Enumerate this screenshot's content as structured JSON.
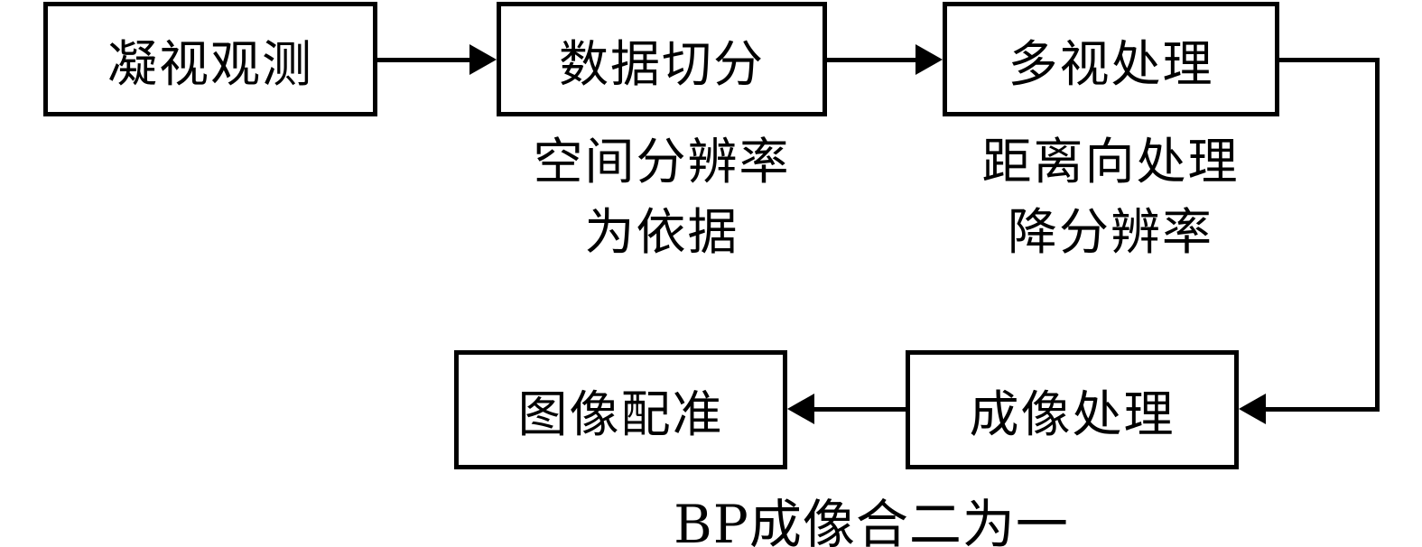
{
  "diagram": {
    "background_color": "#ffffff",
    "stroke_color": "#000000",
    "nodes": [
      {
        "id": "gaze-observation",
        "label": "凝视观测"
      },
      {
        "id": "data-segmentation",
        "label": "数据切分"
      },
      {
        "id": "multilook-processing",
        "label": "多视处理"
      },
      {
        "id": "image-registration",
        "label": "图像配准"
      },
      {
        "id": "imaging-processing",
        "label": "成像处理"
      }
    ],
    "annotations": [
      {
        "id": "data-segmentation-note",
        "lines": [
          "空间分辨率",
          "为依据"
        ]
      },
      {
        "id": "multilook-processing-note",
        "lines": [
          "距离向处理",
          "降分辨率"
        ]
      },
      {
        "id": "bottom-caption",
        "lines": [
          "BP成像合二为一"
        ]
      }
    ],
    "edges": [
      {
        "from": "gaze-observation",
        "to": "data-segmentation",
        "style": "straight-right"
      },
      {
        "from": "data-segmentation",
        "to": "multilook-processing",
        "style": "straight-right"
      },
      {
        "from": "multilook-processing",
        "to": "imaging-processing",
        "style": "right-down-left"
      },
      {
        "from": "imaging-processing",
        "to": "image-registration",
        "style": "straight-left"
      }
    ]
  }
}
